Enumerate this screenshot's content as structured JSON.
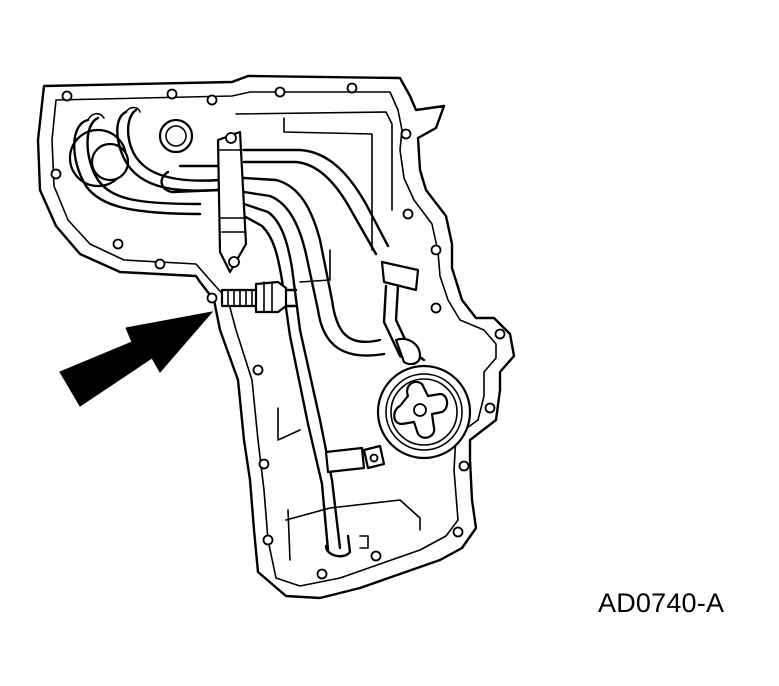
{
  "figure": {
    "figure_id": "AD0740-A",
    "components": [
      "front-cover-outline",
      "oil-tubes",
      "tube-bracket",
      "fitting",
      "crankshaft-seal",
      "callout-arrow"
    ]
  }
}
